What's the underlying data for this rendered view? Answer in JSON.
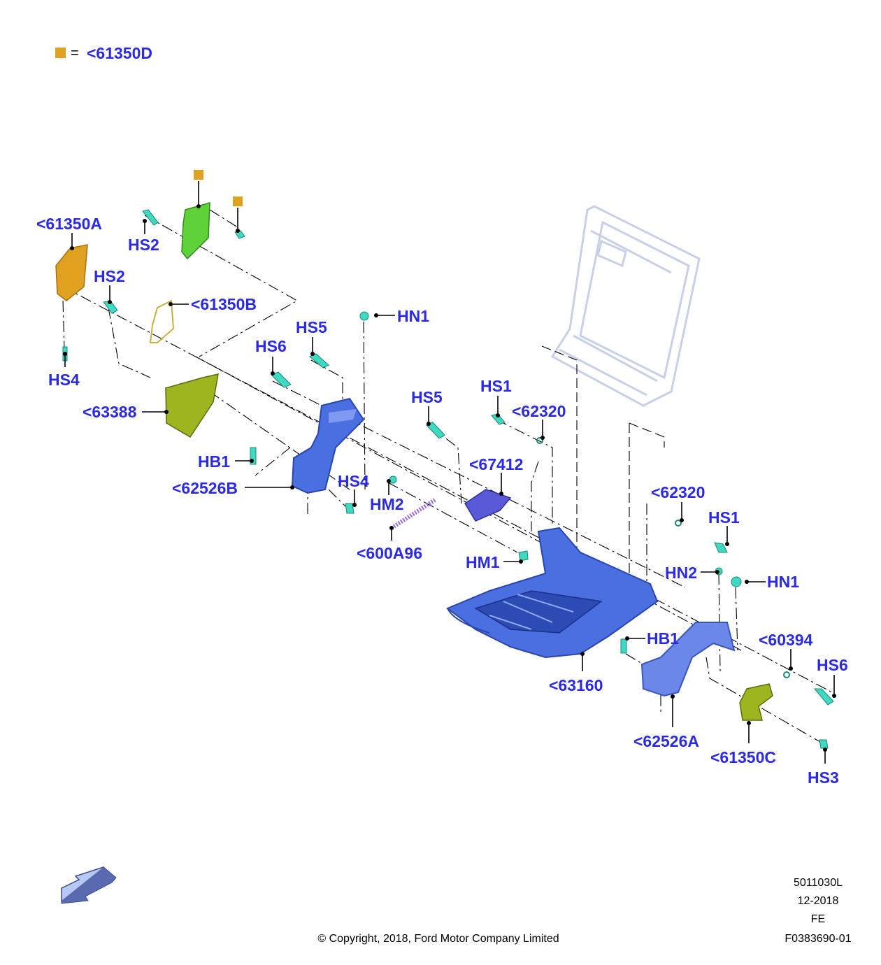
{
  "legend": {
    "swatch_color": "#e0a020",
    "equals": "=",
    "label": "<61350D"
  },
  "callouts": {
    "c61350A": "<61350A",
    "hs2_top": "HS2",
    "hs2_left": "HS2",
    "c61350B": "<61350B",
    "hs4_left": "HS4",
    "hn1_top": "HN1",
    "hs5_top": "HS5",
    "hs6_left": "HS6",
    "c63388": "<63388",
    "hs5_mid": "HS5",
    "hs1_top": "HS1",
    "c62320_top": "<62320",
    "hb1_left": "HB1",
    "c62526B": "<62526B",
    "hs4_mid": "HS4",
    "hm2": "HM2",
    "c67412": "<67412",
    "c600A96": "<600A96",
    "hm1": "HM1",
    "c62320_right": "<62320",
    "hs1_right": "HS1",
    "hn2": "HN2",
    "hn1_right": "HN1",
    "hb1_right": "HB1",
    "c60394": "<60394",
    "hs6_right": "HS6",
    "c63160": "<63160",
    "c62526A": "<62526A",
    "c61350C": "<61350C",
    "hs3": "HS3"
  },
  "footer": {
    "copyright": "© Copyright, 2018, Ford Motor Company Limited",
    "code": "5011030L",
    "date": "12-2018",
    "region": "FE",
    "figure": "F0383690-01"
  },
  "colors": {
    "callout_text": "#2a2ae6",
    "frame_blue": "#4a6fe0",
    "fastener_cyan": "#3fd8c0",
    "trim_green": "#5fd23a",
    "trim_olive": "#9fb520",
    "trim_orange": "#e0a020",
    "spring_purple": "#9a6ad8",
    "backrest_outline": "#c8d0e8"
  },
  "icons": {
    "direction_arrow": "arrow-down-left-icon"
  }
}
